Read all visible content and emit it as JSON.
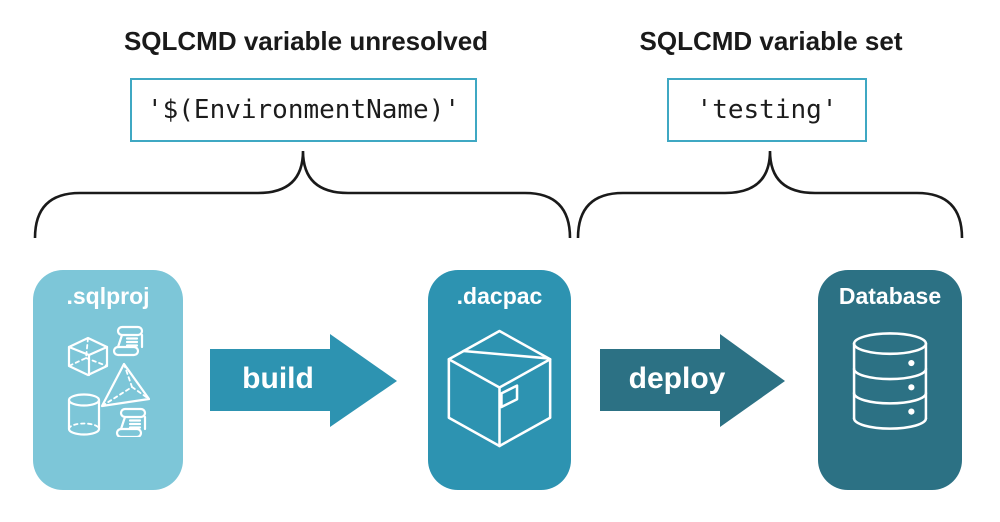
{
  "title_groups": {
    "unresolved": {
      "heading": "SQLCMD variable unresolved",
      "code": "'$(EnvironmentName)'"
    },
    "set": {
      "heading": "SQLCMD variable set",
      "code": "'testing'"
    }
  },
  "pipeline": {
    "nodes": [
      {
        "id": "sqlproj",
        "label": ".sqlproj",
        "color": "#7DC6D8",
        "icon": "sql-objects-icon"
      },
      {
        "id": "dacpac",
        "label": ".dacpac",
        "color": "#2D93B1",
        "icon": "package-icon"
      },
      {
        "id": "database",
        "label": "Database",
        "color": "#2C7184",
        "icon": "database-icon"
      }
    ],
    "arrows": [
      {
        "id": "build",
        "label": "build",
        "color": "#2D93B1"
      },
      {
        "id": "deploy",
        "label": "deploy",
        "color": "#2C7184"
      }
    ]
  },
  "colors": {
    "code_box_border": "#3FA8C3",
    "brace_stroke": "#1A1A1A",
    "heading_text": "#1A1A1A",
    "code_text": "#1C1C1C",
    "node_label_text": "#FFFFFF",
    "icon_stroke": "#FFFFFF",
    "background": "#FFFFFF"
  }
}
